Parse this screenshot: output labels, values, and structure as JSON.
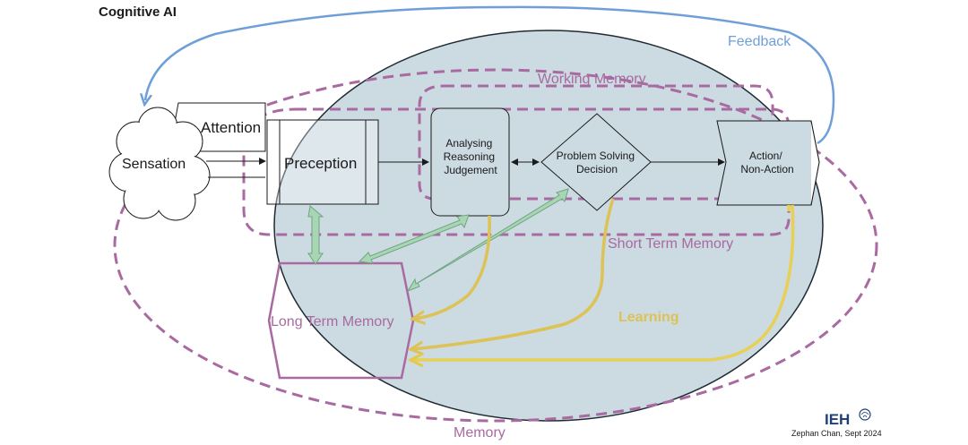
{
  "title": "Cognitive AI",
  "labels": {
    "feedback": "Feedback",
    "working_memory": "Working Memory",
    "attention": "Attention",
    "sensation": "Sensation",
    "perception": "Preception",
    "analysing": [
      "Analysing",
      "Reasoning",
      "Judgement"
    ],
    "problem_solving": [
      "Problem Solving",
      "Decision"
    ],
    "action": [
      "Action/",
      "Non-Action"
    ],
    "short_term_memory": "Short Term Memory",
    "long_term_memory": "Long Term Memory",
    "learning": "Learning",
    "memory": "Memory"
  },
  "logo": {
    "text": "IEH",
    "icon": "brain-icon"
  },
  "credit": "Zephan Chan, Sept 2024",
  "colors": {
    "feedback": "#6f9fd8",
    "memory": "#a86aa0",
    "ellipse_fill": "#ccdae2",
    "ellipse_stroke": "#1f2a33",
    "learning": "#ddc255",
    "learning_bright": "#f4d35e",
    "green_arrow": "#9dcfaa",
    "dark": "#1a1a1a",
    "ieh_blue": "#1f3f77"
  }
}
